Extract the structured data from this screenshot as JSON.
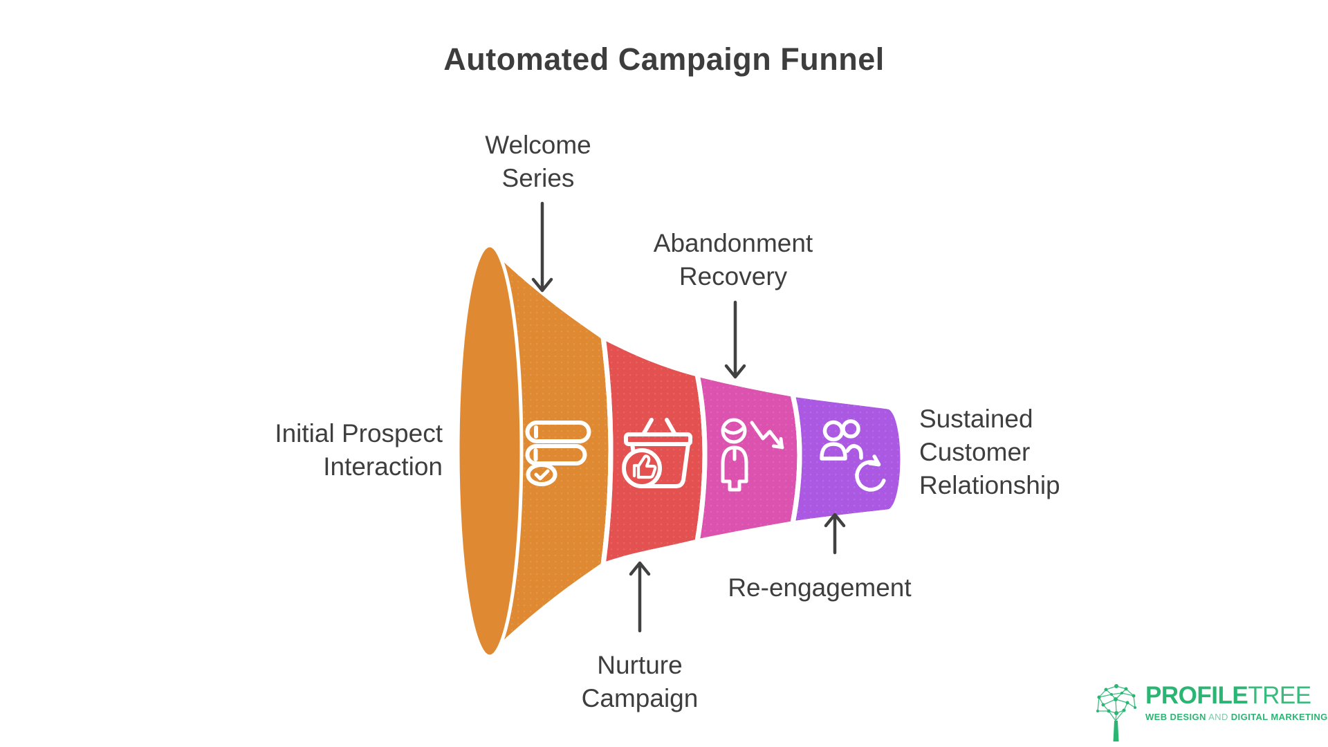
{
  "title": "Automated Campaign Funnel",
  "funnel": {
    "input_label": "Initial Prospect Interaction",
    "output_label": "Sustained Customer Relationship",
    "stages": [
      {
        "label": "Welcome Series",
        "color": "#DF8A32",
        "icon": "checklist-icon",
        "callout_position": "top"
      },
      {
        "label": "Nurture Campaign",
        "color": "#E35251",
        "icon": "basket-thumbs-up-icon",
        "callout_position": "bottom"
      },
      {
        "label": "Abandonment Recovery",
        "color": "#DC52AF",
        "icon": "customer-decline-icon",
        "callout_position": "top"
      },
      {
        "label": "Re-engagement",
        "color": "#AB59E3",
        "icon": "people-refresh-icon",
        "callout_position": "bottom"
      }
    ]
  },
  "logo": {
    "brand_bold": "PROFILE",
    "brand_light": "TREE",
    "tagline_web": "WEB DESIGN",
    "tagline_and": "AND",
    "tagline_digital": "DIGITAL MARKETING",
    "color": "#2BB573"
  },
  "colors": {
    "arrow": "#414141",
    "text": "#3E3E3E",
    "background": "#FFFFFF"
  }
}
